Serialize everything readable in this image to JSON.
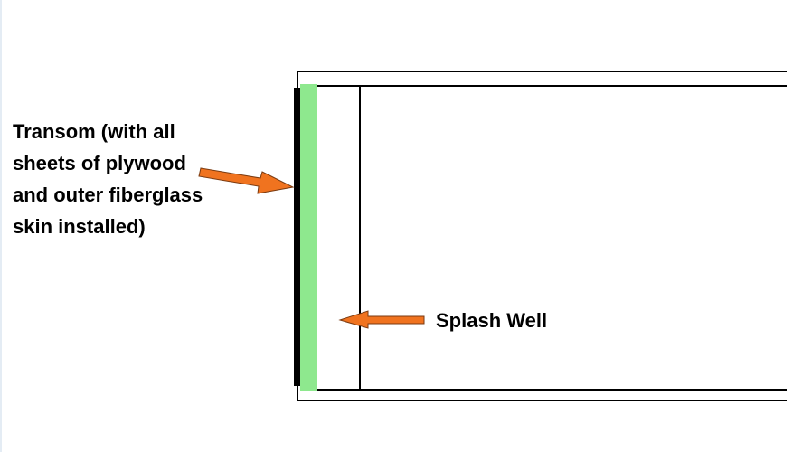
{
  "labels": {
    "transom": {
      "line1": "Transom (with all",
      "line2": "sheets of plywood",
      "line3": "and outer fiberglass",
      "line4": "skin installed)"
    },
    "splash_well": "Splash Well"
  },
  "colors": {
    "background": "#ffffff",
    "outline": "#000000",
    "transom_core": "#8ee88e",
    "outer_skin": "#000000",
    "arrow": "#f0731f",
    "arrow_outline": "#7a3a10",
    "left_border": "#c9d8e8"
  }
}
